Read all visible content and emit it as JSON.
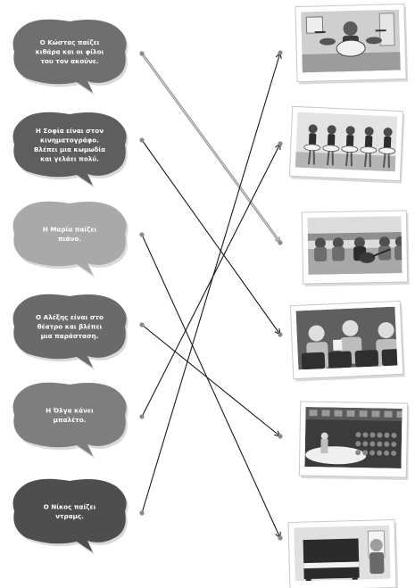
{
  "sentences": [
    {
      "id": "kostas",
      "lines": [
        "Ο Κώστας παίζει",
        "κιθάρα και οι φίλοι",
        "του τον ακούνε."
      ],
      "shade": "#6f6f6f"
    },
    {
      "id": "sofia",
      "lines": [
        "Η Σοφία είναι στον",
        "κινηματογράφο.",
        "Βλέπει μια κωμωδία",
        "και γελάει πολύ."
      ],
      "shade": "#5e5e5e"
    },
    {
      "id": "maria",
      "lines": [
        "Η Μαρία παίζει",
        "πιάνο."
      ],
      "shade": "#a9a9a9"
    },
    {
      "id": "alexis",
      "lines": [
        "Ο Αλέξης είναι στο",
        "θέατρο και βλέπει",
        "μια παράσταση."
      ],
      "shade": "#6a6a6a"
    },
    {
      "id": "olga",
      "lines": [
        "Η Όλγα κάνει",
        "μπαλέτο."
      ],
      "shade": "#7e7e7e"
    },
    {
      "id": "nikos",
      "lines": [
        "Ο Νίκος παίζει",
        "ντραμς."
      ],
      "shade": "#4e4e4e"
    }
  ],
  "pictures": [
    {
      "id": "drums-picture",
      "scene": "drums"
    },
    {
      "id": "ballet-picture",
      "scene": "ballet"
    },
    {
      "id": "guitar-picture",
      "scene": "guitar"
    },
    {
      "id": "cinema-picture",
      "scene": "cinema"
    },
    {
      "id": "theatre-picture",
      "scene": "theatre"
    },
    {
      "id": "piano-picture",
      "scene": "piano"
    }
  ],
  "matches": [
    {
      "from": 0,
      "to": 2,
      "style": "double"
    },
    {
      "from": 1,
      "to": 3,
      "style": "single"
    },
    {
      "from": 2,
      "to": 5,
      "style": "single"
    },
    {
      "from": 3,
      "to": 4,
      "style": "single"
    },
    {
      "from": 4,
      "to": 1,
      "style": "single"
    },
    {
      "from": 5,
      "to": 0,
      "style": "single"
    }
  ],
  "colors": {
    "line": "#1a1a1a",
    "line_highlight": "#9a9a9a",
    "dot": "#8a8a8a"
  }
}
